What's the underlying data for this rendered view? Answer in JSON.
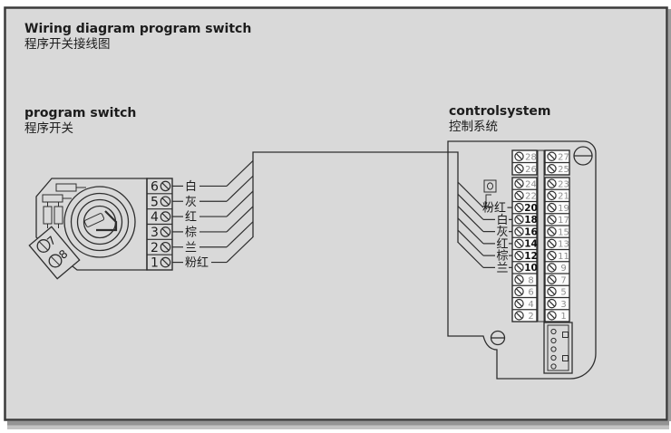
{
  "page": {
    "title_en": "Wiring diagram program switch",
    "title_zh": "程序开关接线图"
  },
  "program_switch": {
    "label_en": "program switch",
    "label_zh": "程序开关",
    "terminals": [
      "6",
      "5",
      "4",
      "3",
      "2",
      "1"
    ],
    "extra_terminals": [
      "7",
      "8"
    ],
    "wire_labels": [
      "白",
      "灰",
      "红",
      "棕",
      "兰",
      "粉红"
    ]
  },
  "control_system": {
    "label_en": "controlsystem",
    "label_zh": "控制系统",
    "left_column_numbers": [
      "28",
      "26",
      "24",
      "22",
      "20",
      "18",
      "16",
      "14",
      "12",
      "10",
      "8",
      "6",
      "4",
      "2"
    ],
    "right_column_numbers": [
      "27",
      "25",
      "23",
      "21",
      "19",
      "17",
      "15",
      "13",
      "11",
      "9",
      "7",
      "5",
      "3",
      "1"
    ],
    "connected_terminal_numbers": [
      "20",
      "18",
      "16",
      "14",
      "12",
      "10"
    ],
    "wire_labels": [
      "粉红",
      "白",
      "灰",
      "红",
      "棕",
      "兰"
    ]
  },
  "colors": {
    "panel_background": "#d9d9d9",
    "line": "#2e2e2e",
    "inactive_number": "#8d8d8d",
    "active_number": "#111111",
    "cell_fill": "#fdfdfd"
  }
}
